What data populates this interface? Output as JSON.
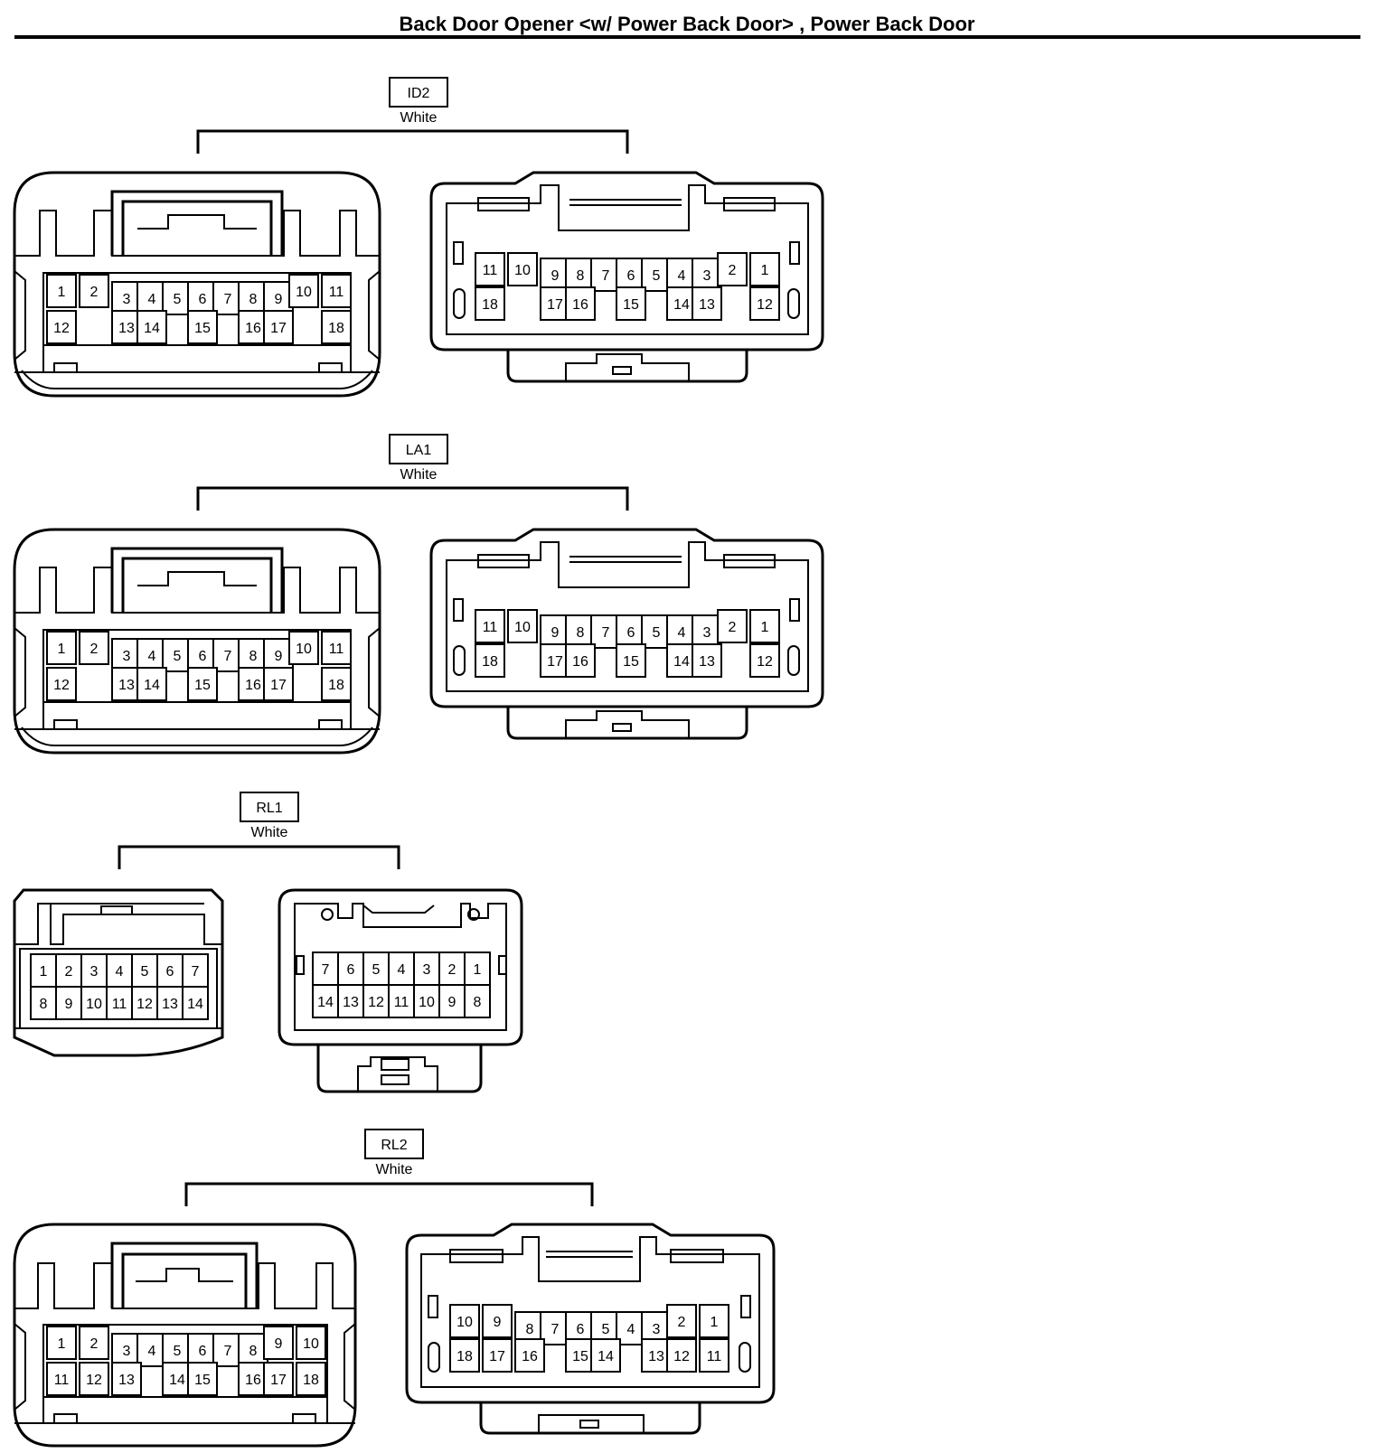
{
  "page": {
    "title": "Back Door Opener <w/ Power Back Door> , Power Back Door"
  },
  "connectors": [
    {
      "id": "ID2",
      "color": "White",
      "female": {
        "top": [
          "1",
          "2",
          "3",
          "4",
          "5",
          "6",
          "7",
          "8",
          "9",
          "10",
          "11"
        ],
        "bottom": [
          "12",
          "13",
          "14",
          "15",
          "16",
          "17",
          "18"
        ]
      },
      "male": {
        "top": [
          "11",
          "10",
          "9",
          "8",
          "7",
          "6",
          "5",
          "4",
          "3",
          "2",
          "1"
        ],
        "bottom": [
          "18",
          "17",
          "16",
          "15",
          "14",
          "13",
          "12"
        ]
      }
    },
    {
      "id": "LA1",
      "color": "White",
      "female": {
        "top": [
          "1",
          "2",
          "3",
          "4",
          "5",
          "6",
          "7",
          "8",
          "9",
          "10",
          "11"
        ],
        "bottom": [
          "12",
          "13",
          "14",
          "15",
          "16",
          "17",
          "18"
        ]
      },
      "male": {
        "top": [
          "11",
          "10",
          "9",
          "8",
          "7",
          "6",
          "5",
          "4",
          "3",
          "2",
          "1"
        ],
        "bottom": [
          "18",
          "17",
          "16",
          "15",
          "14",
          "13",
          "12"
        ]
      }
    },
    {
      "id": "RL1",
      "color": "White",
      "female": {
        "top": [
          "1",
          "2",
          "3",
          "4",
          "5",
          "6",
          "7"
        ],
        "bottom": [
          "8",
          "9",
          "10",
          "11",
          "12",
          "13",
          "14"
        ]
      },
      "male": {
        "top": [
          "7",
          "6",
          "5",
          "4",
          "3",
          "2",
          "1"
        ],
        "bottom": [
          "14",
          "13",
          "12",
          "11",
          "10",
          "9",
          "8"
        ]
      }
    },
    {
      "id": "RL2",
      "color": "White",
      "female": {
        "top": [
          "1",
          "2",
          "3",
          "4",
          "5",
          "6",
          "7",
          "8",
          "9",
          "10"
        ],
        "bottom": [
          "11",
          "12",
          "13",
          "14",
          "15",
          "16",
          "17",
          "18"
        ]
      },
      "male": {
        "top": [
          "10",
          "9",
          "8",
          "7",
          "6",
          "5",
          "4",
          "3",
          "2",
          "1"
        ],
        "bottom": [
          "18",
          "17",
          "16",
          "15",
          "14",
          "13",
          "12",
          "11"
        ]
      }
    }
  ]
}
